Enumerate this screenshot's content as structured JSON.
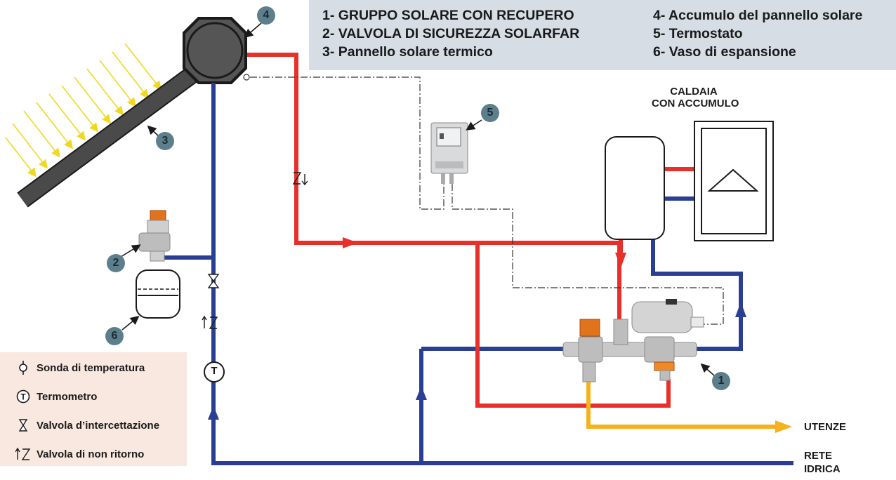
{
  "legend": {
    "left": [
      "1- GRUPPO SOLARE CON RECUPERO",
      "2- VALVOLA DI SICUREZZA SOLARFAR",
      "3- Pannello solare termico"
    ],
    "right": [
      "4- Accumulo del pannello solare",
      "5- Termostato",
      "6- Vaso di espansione"
    ]
  },
  "key": [
    {
      "symbol": "temperature-probe",
      "label": "Sonda di temperatura"
    },
    {
      "symbol": "thermometer",
      "label": "Termometro"
    },
    {
      "symbol": "shutoff-valve",
      "label": "Valvola d’intercettazione"
    },
    {
      "symbol": "check-valve",
      "label": "Valvola di non ritorno"
    }
  ],
  "thermometer_symbol": "T",
  "labels": {
    "boiler_line1": "CALDAIA",
    "boiler_line2": "CON ACCUMULO",
    "utenze": "UTENZE",
    "rete_line1": "RETE",
    "rete_line2": "IDRICA"
  },
  "badges": [
    "1",
    "2",
    "3",
    "4",
    "5",
    "6"
  ],
  "colors": {
    "hot": "#e8302a",
    "cold": "#2a3f94",
    "user": "#f6b21c",
    "sun": "#f1d81e",
    "legend_bg": "#d6dde4",
    "key_bg": "#f8e8e0",
    "badge": "#5d7f8c"
  }
}
